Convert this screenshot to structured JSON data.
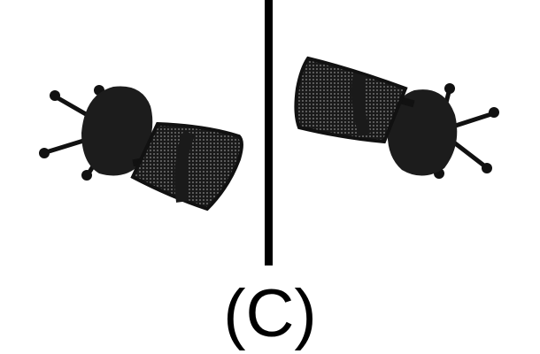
{
  "caption": "(C)",
  "colors": {
    "background": "#ffffff",
    "ink": "#000000",
    "chair": "#1c1c1c",
    "mesh": "#2a2a2a"
  },
  "figure": {
    "left_image": "office-chair-top-view",
    "right_image": "office-chair-top-view-mirrored"
  }
}
